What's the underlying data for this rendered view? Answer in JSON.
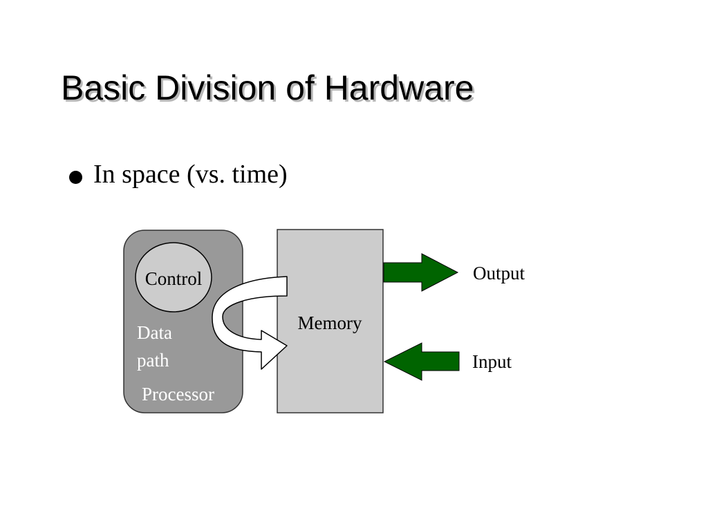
{
  "slide": {
    "title": "Basic Division of Hardware",
    "bullets": [
      {
        "text": "In space (vs. time)"
      }
    ]
  },
  "diagram": {
    "processor": {
      "label": "Processor"
    },
    "control": {
      "label": "Control"
    },
    "datapath": {
      "line1": "Data",
      "line2": "path"
    },
    "memory": {
      "label": "Memory"
    },
    "output": {
      "label": "Output"
    },
    "input": {
      "label": "Input"
    }
  },
  "colors": {
    "processor_fill": "#999999",
    "control_fill": "#cccccc",
    "memory_fill": "#cccccc",
    "io_arrow_fill": "#006400",
    "curved_arrow_fill": "#ffffff",
    "title_shadow": "#b7b7b7"
  }
}
